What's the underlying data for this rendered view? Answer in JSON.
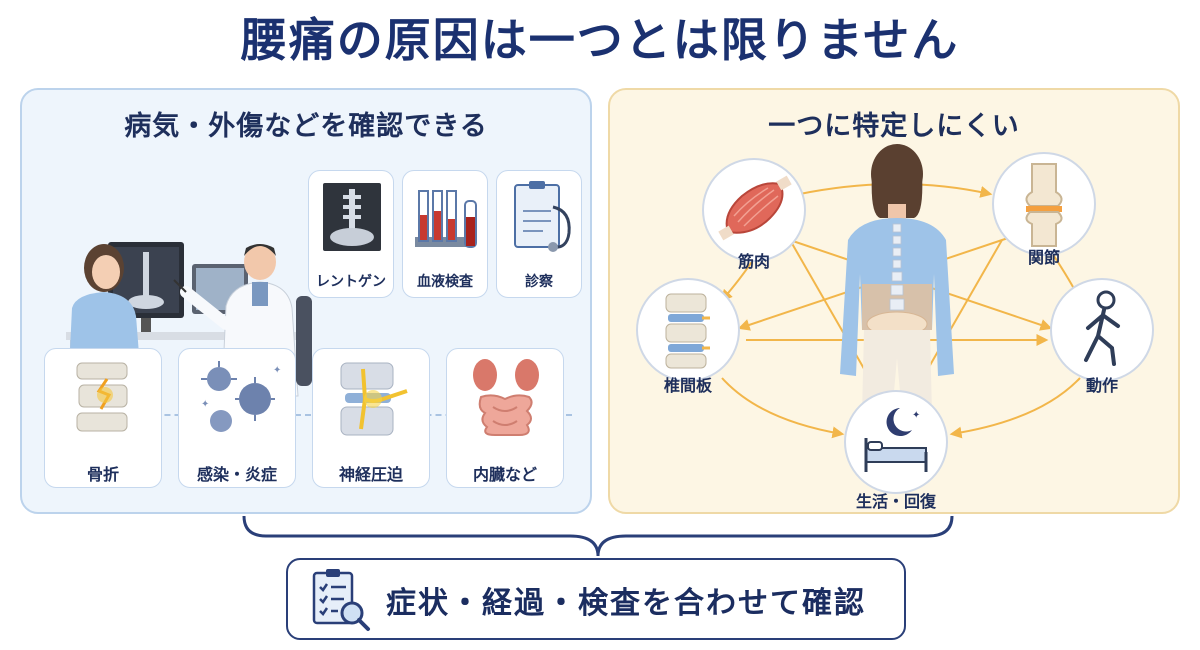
{
  "title": "腰痛の原因は一つとは限りません",
  "left_panel": {
    "title": "病気・外傷などを確認できる",
    "exam_cards": [
      {
        "label": "レントゲン",
        "icon": "xray-icon"
      },
      {
        "label": "血液検査",
        "icon": "test-tubes-icon"
      },
      {
        "label": "診察",
        "icon": "clipboard-stethoscope-icon"
      }
    ],
    "cause_cards": [
      {
        "label": "骨折",
        "icon": "fractured-spine-icon"
      },
      {
        "label": "感染・炎症",
        "icon": "virus-icon"
      },
      {
        "label": "神経圧迫",
        "icon": "nerve-compression-icon"
      },
      {
        "label": "内臓など",
        "icon": "organs-icon"
      }
    ]
  },
  "right_panel": {
    "title": "一つに特定しにくい",
    "factors": [
      {
        "label": "筋肉",
        "icon": "muscle-icon"
      },
      {
        "label": "関節",
        "icon": "knee-joint-icon"
      },
      {
        "label": "椎間板",
        "icon": "spinal-disc-icon"
      },
      {
        "label": "動作",
        "icon": "walking-person-icon"
      },
      {
        "label": "生活・回復",
        "icon": "bed-moon-icon"
      }
    ]
  },
  "conclusion": {
    "text": "症状・経過・検査を合わせて確認",
    "icon": "checklist-magnifier-icon"
  },
  "colors": {
    "title": "#1b3170",
    "left_bg": "#eef5fc",
    "right_bg": "#fdf6e4",
    "arrow": "#f2b64a",
    "bracket": "#2a3f78"
  }
}
